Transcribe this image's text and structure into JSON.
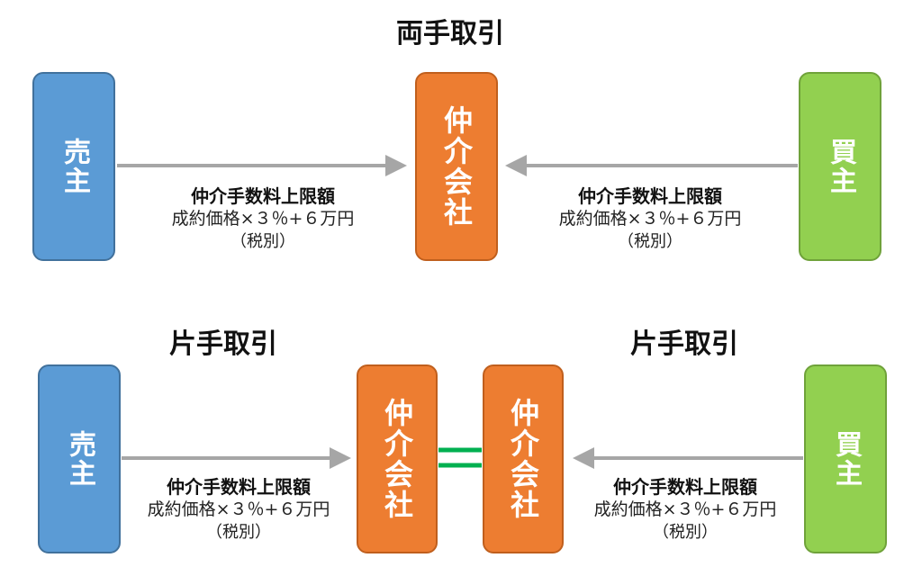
{
  "both": {
    "title": "両手取引",
    "seller": "売主",
    "buyer": "買主",
    "agent": "仲介会社",
    "left_fee": {
      "heading": "仲介手数料上限額",
      "formula": "成約価格×３％+６万円",
      "tax": "（税別）"
    },
    "right_fee": {
      "heading": "仲介手数料上限額",
      "formula": "成約価格×３％+６万円",
      "tax": "（税別）"
    }
  },
  "single": {
    "left_title": "片手取引",
    "right_title": "片手取引",
    "seller": "売主",
    "buyer": "買主",
    "agent_left": "仲介会社",
    "agent_right": "仲介会社",
    "left_fee": {
      "heading": "仲介手数料上限額",
      "formula": "成約価格×３％+６万円",
      "tax": "（税別）"
    },
    "right_fee": {
      "heading": "仲介手数料上限額",
      "formula": "成約価格×３％+６万円",
      "tax": "（税別）"
    }
  },
  "colors": {
    "seller": "#5b9bd5",
    "buyer": "#92d050",
    "agent": "#ed7d31",
    "arrow": "#a6a6a6",
    "link": "#00b050"
  }
}
